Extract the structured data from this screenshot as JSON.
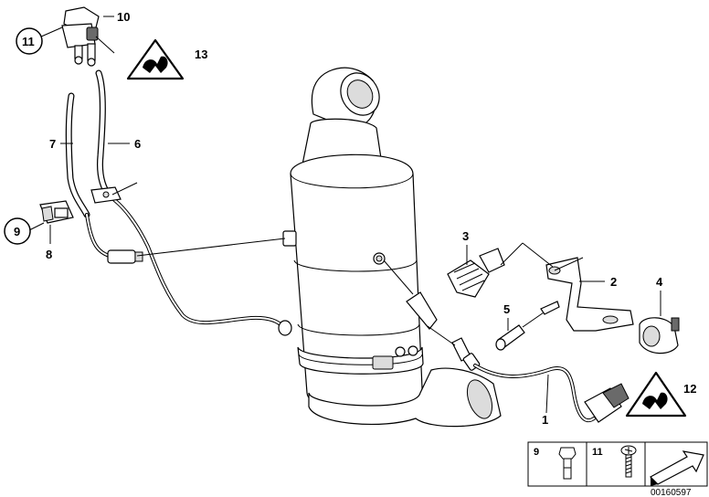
{
  "callouts": {
    "c1": "1",
    "c2": "2",
    "c3": "3",
    "c4": "4",
    "c5": "5",
    "c6": "6",
    "c7": "7",
    "c8": "8",
    "c9": "9",
    "c10": "10",
    "c11": "11",
    "c12": "12",
    "c13": "13"
  },
  "legend": {
    "bolt_number": "9",
    "screw_number": "11"
  },
  "document_number": "00160597",
  "colors": {
    "line": "#000000",
    "fill": "#ffffff",
    "shade": "#dcdcdc"
  },
  "icons": [
    "bolt-icon",
    "screw-icon",
    "arrow-right-icon",
    "warning-triangle-icon"
  ]
}
